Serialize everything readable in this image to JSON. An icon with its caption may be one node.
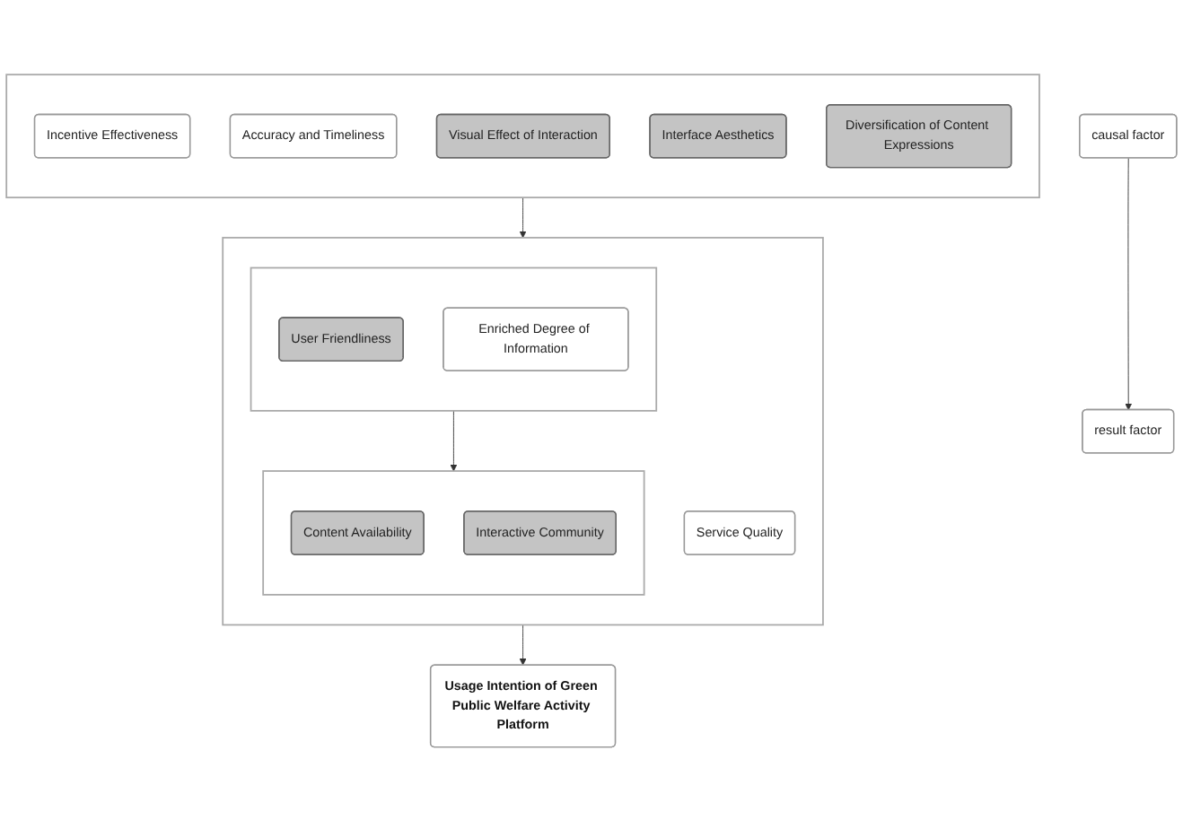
{
  "diagram": {
    "nodes": [
      {
        "text": [
          "causal factor"
        ]
      },
      {
        "text": [
          "result factor"
        ]
      },
      {
        "text": [],
        "shape": "box"
      },
      {
        "text": [
          "Incentive Effectiveness"
        ],
        "in": 2
      },
      {
        "text": [
          "Accuracy and Timeliness"
        ],
        "in": 2
      },
      {
        "text": [
          "Visual Effect of Interaction"
        ],
        "in": 2
      },
      {
        "text": [
          "Interface Aesthetics"
        ],
        "in": 2
      },
      {
        "text": [
          "Diversification of Content Expressions"
        ],
        "in": 2
      },
      {
        "text": [],
        "shape": "box"
      },
      {
        "text": [],
        "shape": "box",
        "in": 8
      },
      {
        "text": [
          "User Friendliness"
        ],
        "in": 9
      },
      {
        "text": [
          "Enriched Degree of Information"
        ],
        "in": 9
      },
      {
        "text": [
          "Service Quality"
        ],
        "in": 8
      },
      {
        "text": [],
        "shape": "box",
        "in": 8
      },
      {
        "text": [
          "Content Availability"
        ],
        "in": 13
      },
      {
        "text": [
          "Interactive Community"
        ],
        "in": 13
      },
      {
        "text": [
          "Usage Intention of Green Public Welfare Activity Platform"
        ]
      }
    ],
    "edges": [
      {
        "from": 0,
        "to": 1,
        "arrow": "to"
      },
      {
        "from": 2,
        "to": 8,
        "arrow": "to"
      },
      {
        "from": 9,
        "to": 13,
        "arrow": "to"
      },
      {
        "from": 8,
        "to": 16,
        "arrow": "to"
      }
    ]
  }
}
